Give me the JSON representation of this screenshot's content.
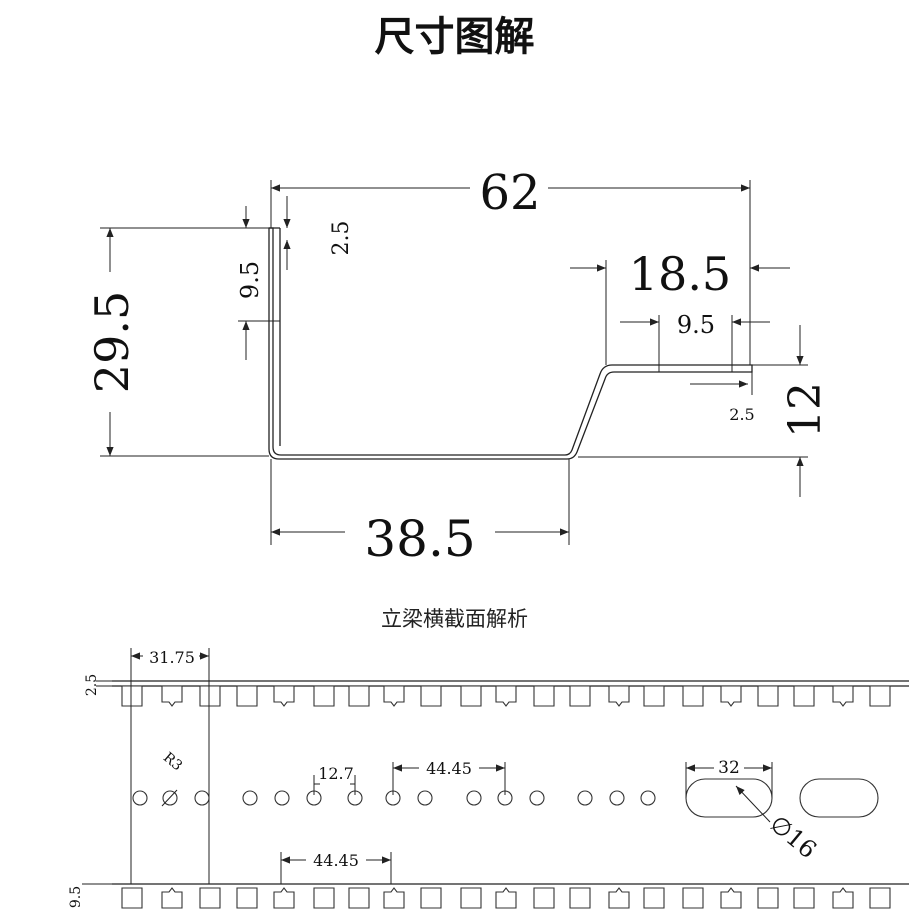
{
  "header": {
    "title": "尺寸图解"
  },
  "section": {
    "subtitle": "立梁横截面解析"
  },
  "profile_dims": {
    "total_width": "62",
    "top_flange": "2.5",
    "left_upper": "9.5",
    "height": "29.5",
    "right_flange": "18.5",
    "right_inner": "9.5",
    "right_height": "12",
    "right_thickness": "2.5",
    "bottom_width": "38.5"
  },
  "rail_dims": {
    "top_offset": "2.5",
    "pitch_first": "31.75",
    "radius": "R3",
    "small_gap": "12.7",
    "hole_pitch": "44.45",
    "square_pitch": "44.45",
    "slot_length": "32",
    "slot_dia": "∅16",
    "bottom_offset": "9.5"
  }
}
